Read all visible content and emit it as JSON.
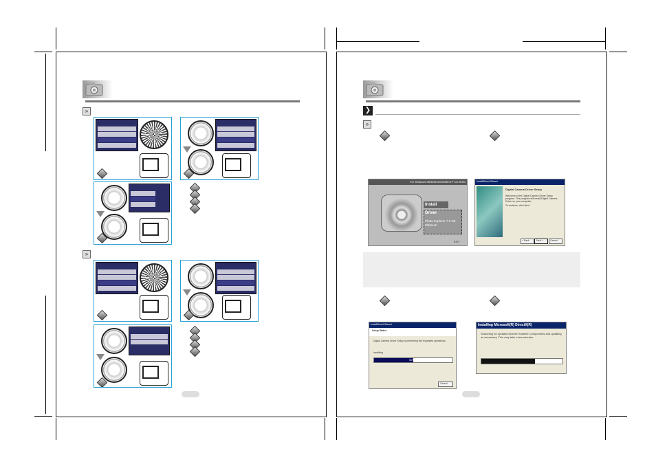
{
  "document": {
    "type": "camera-manual-spread",
    "pages": [
      {
        "side": "left",
        "header_icon": "camera-icon"
      },
      {
        "side": "right",
        "header_icon": "camera-icon"
      }
    ]
  },
  "right_page": {
    "screenshots": [
      {
        "name": "cd-autorun-menu",
        "lines": [
          "For Windows 98/98SE/2000/ME/XP CD-ROM",
          "Install",
          "Driver",
          "Photo Explorer 7.0 SE",
          "Platinum",
          "EXIT"
        ]
      },
      {
        "name": "install-wizard-welcome",
        "lines": [
          "InstallShield Wizard",
          "Digital Camera Driver Setup",
          "Welcome to the Digital Camera Driver Setup program. This program will install Digital Camera Driver on your computer.",
          "To continue, click Next.",
          "< Back",
          "Next >",
          "Cancel"
        ]
      },
      {
        "name": "install-wizard-progress",
        "lines": [
          "InstallShield Wizard",
          "Setup Status",
          "Digital Camera Driver Setup is performing the requested operations.",
          "Installing",
          "50%",
          "Cancel"
        ],
        "progress": 0.5
      },
      {
        "name": "directx-install",
        "lines": [
          "Installing Microsoft(R) DirectX(R)",
          "Searching for updated DirectX Runtime Components and updating as necessary. This may take a few minutes."
        ],
        "progress": 0.66
      }
    ]
  }
}
